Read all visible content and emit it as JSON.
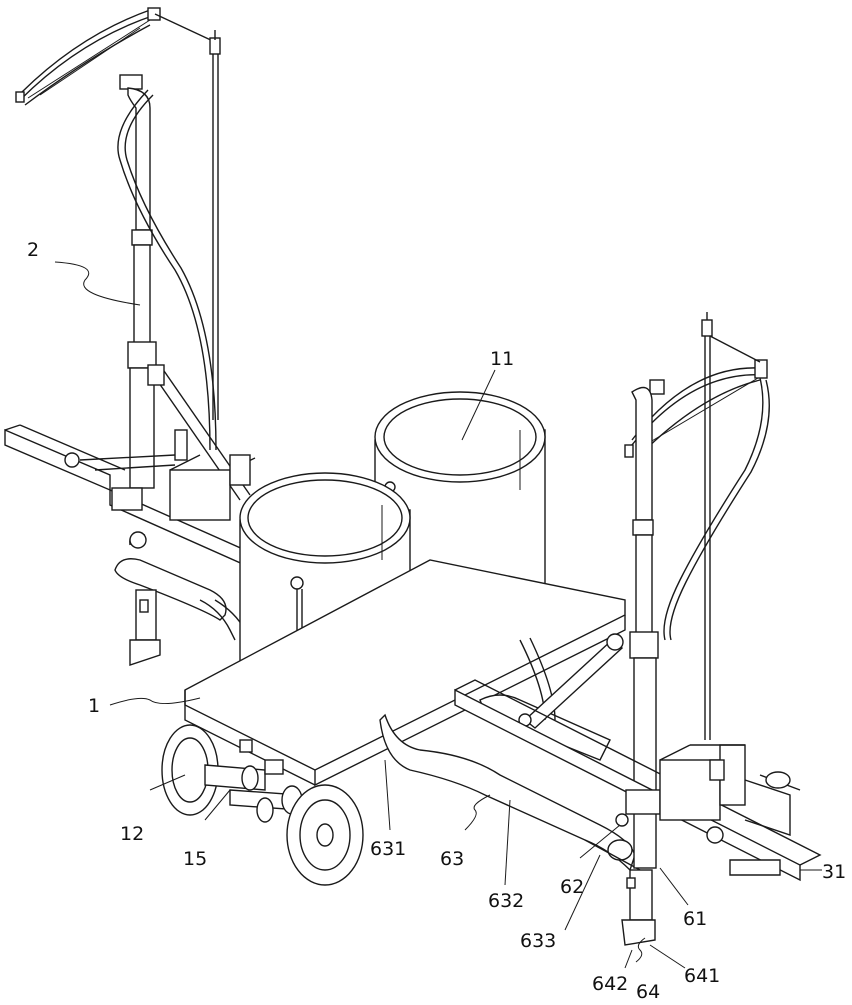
{
  "labels": {
    "l2": "2",
    "l11": "11",
    "l1": "1",
    "l12": "12",
    "l15": "15",
    "l631": "631",
    "l63": "63",
    "l632": "632",
    "l62": "62",
    "l633": "633",
    "l61": "61",
    "l31": "31",
    "l642": "642",
    "l64": "64",
    "l641": "641"
  }
}
